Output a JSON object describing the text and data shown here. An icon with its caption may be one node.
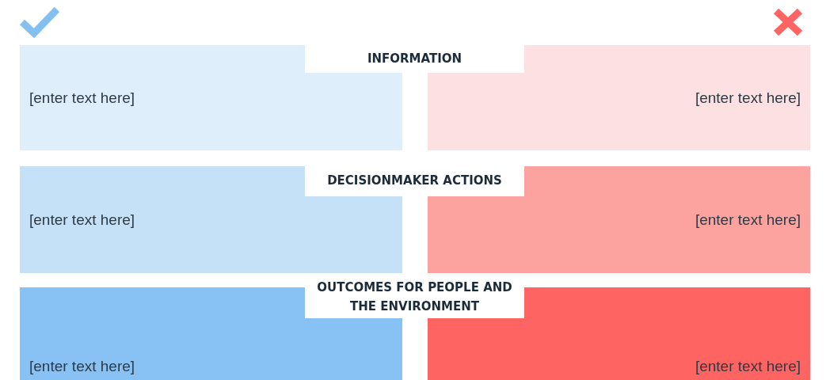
{
  "diagram": {
    "nodes": [
      {
        "text": [
          "INFORMATION"
        ]
      },
      {
        "text": [
          "[enter text here]"
        ]
      },
      {
        "text": [
          "[enter text here]"
        ]
      },
      {
        "text": [
          "DECISIONMAKER ACTIONS"
        ]
      },
      {
        "text": [
          "[enter text here]"
        ]
      },
      {
        "text": [
          "[enter text here]"
        ]
      },
      {
        "text": [
          "OUTCOMES FOR PEOPLE AND THE ENVIRONMENT"
        ]
      },
      {
        "text": [
          "[enter text here]"
        ]
      },
      {
        "text": [
          "[enter text here]"
        ]
      }
    ]
  }
}
